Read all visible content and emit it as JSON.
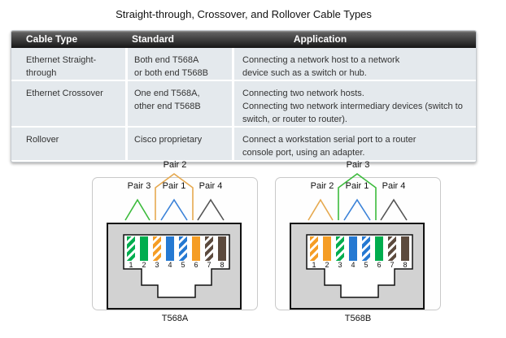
{
  "title": "Straight-through, Crossover, and Rollover Cable Types",
  "table": {
    "headers": [
      "Cable Type",
      "Standard",
      "Application"
    ],
    "rows": [
      {
        "cable_type": "Ethernet Straight-through",
        "standard": [
          "Both end T568A",
          "or both end T568B"
        ],
        "application": [
          "Connecting a network host to a network",
          "device such as a switch or hub."
        ]
      },
      {
        "cable_type": "Ethernet Crossover",
        "standard": [
          "One end T568A,",
          "other end T568B"
        ],
        "application": [
          "Connecting two network hosts.",
          "Connecting two network intermediary devices (switch to",
          "switch, or router to router)."
        ]
      },
      {
        "cable_type": "Rollover",
        "standard": [
          "Cisco proprietary"
        ],
        "application": [
          "Connect a workstation serial port to a router",
          "console port, using an adapter."
        ]
      }
    ]
  },
  "connectors": [
    {
      "name": "T568A",
      "outer_pair": {
        "label": "Pair 2",
        "color": "#e6a94f"
      },
      "inner_pairs": [
        {
          "label": "Pair 3",
          "color": "#3cbb3c"
        },
        {
          "label": "Pair 1",
          "color": "#3b82d8"
        },
        {
          "label": "Pair 4",
          "color": "#555555"
        }
      ],
      "wires": [
        {
          "pin": "1",
          "name": "green/white",
          "color": "#00ad4e",
          "striped": true
        },
        {
          "pin": "2",
          "name": "green",
          "color": "#00ad4e",
          "striped": false
        },
        {
          "pin": "3",
          "name": "orange/white",
          "color": "#f59d25",
          "striped": true
        },
        {
          "pin": "4",
          "name": "blue",
          "color": "#2579d2",
          "striped": false
        },
        {
          "pin": "5",
          "name": "blue/white",
          "color": "#2579d2",
          "striped": true
        },
        {
          "pin": "6",
          "name": "orange",
          "color": "#f59d25",
          "striped": false
        },
        {
          "pin": "7",
          "name": "brown/white",
          "color": "#5c4a3d",
          "striped": true
        },
        {
          "pin": "8",
          "name": "brown",
          "color": "#5c4a3d",
          "striped": false
        }
      ]
    },
    {
      "name": "T568B",
      "outer_pair": {
        "label": "Pair 3",
        "color": "#3cbb3c"
      },
      "inner_pairs": [
        {
          "label": "Pair 2",
          "color": "#e6a94f"
        },
        {
          "label": "Pair 1",
          "color": "#3b82d8"
        },
        {
          "label": "Pair 4",
          "color": "#555555"
        }
      ],
      "wires": [
        {
          "pin": "1",
          "name": "orange/white",
          "color": "#f59d25",
          "striped": true
        },
        {
          "pin": "2",
          "name": "orange",
          "color": "#f59d25",
          "striped": false
        },
        {
          "pin": "3",
          "name": "green/white",
          "color": "#00ad4e",
          "striped": true
        },
        {
          "pin": "4",
          "name": "blue",
          "color": "#2579d2",
          "striped": false
        },
        {
          "pin": "5",
          "name": "blue/white",
          "color": "#2579d2",
          "striped": true
        },
        {
          "pin": "6",
          "name": "green",
          "color": "#00ad4e",
          "striped": false
        },
        {
          "pin": "7",
          "name": "brown/white",
          "color": "#5c4a3d",
          "striped": true
        },
        {
          "pin": "8",
          "name": "brown",
          "color": "#5c4a3d",
          "striped": false
        }
      ]
    }
  ],
  "colors": {
    "header_bg_top": "#9a9a9a",
    "header_bg_bottom": "#161616",
    "header_text": "#ffffff",
    "row_bg": "#e4e9ed",
    "connector_body": "#d2d2d2",
    "wire_green": "#00ad4e",
    "wire_orange": "#f59d25",
    "wire_blue": "#2579d2",
    "wire_brown": "#5c4a3d",
    "pair4_gray": "#555555"
  }
}
